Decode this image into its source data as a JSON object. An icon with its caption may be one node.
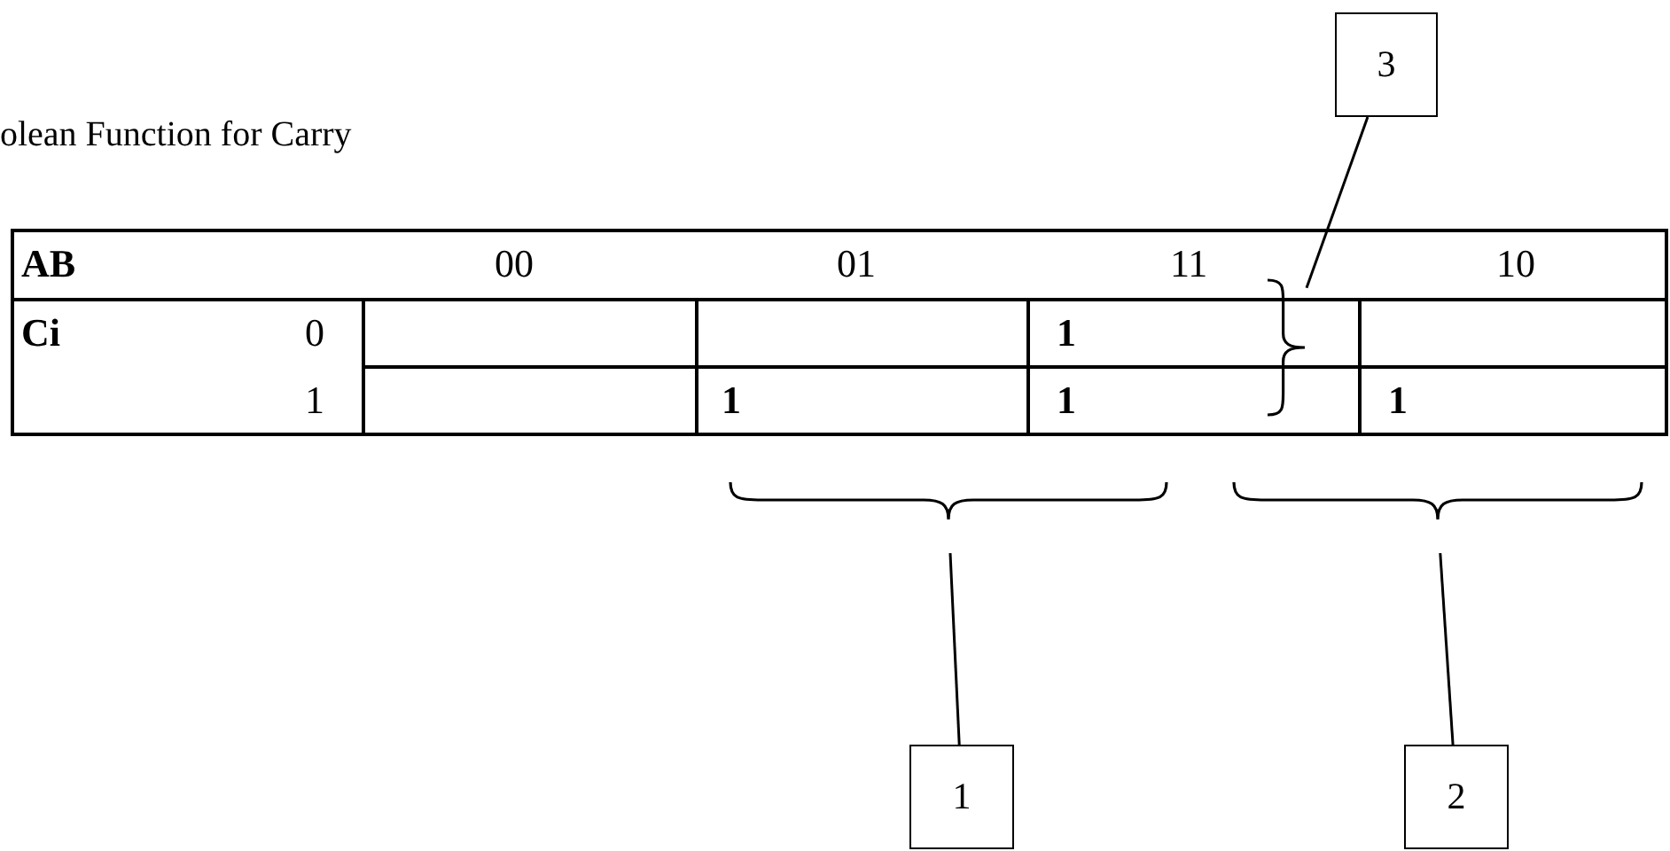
{
  "diagram": {
    "title": "olean Function for Carry",
    "nodes": [
      {
        "text": [
          "3"
        ]
      },
      {
        "text": [],
        "shape": "brace"
      },
      {
        "text": [],
        "shape": "brace"
      },
      {
        "text": [],
        "shape": "brace"
      },
      {
        "text": [
          "1"
        ]
      },
      {
        "text": [
          "2"
        ]
      }
    ],
    "edges": [
      {
        "from": 0,
        "to": 1,
        "arrow": "none"
      },
      {
        "from": 4,
        "to": 2,
        "arrow": "none"
      },
      {
        "from": 5,
        "to": 3,
        "arrow": "none"
      }
    ],
    "labels": [
      "AB",
      "00",
      "01",
      "11",
      "10",
      "Ci",
      "0",
      "1",
      "1",
      "1",
      "1",
      "1"
    ]
  }
}
